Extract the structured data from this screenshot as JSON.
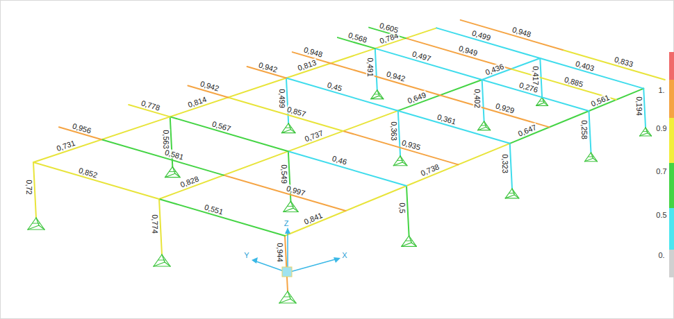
{
  "diagram": {
    "labels": [
      "0,944",
      "0,5",
      "0,323",
      "0,258",
      "0,194",
      "0,774",
      "0,549",
      "0,363",
      "0,402",
      "0,417",
      "0,72",
      "0,563",
      "0,499",
      "0,491",
      "0,841",
      "0,738",
      "0,647",
      "0,561",
      "0,828",
      "0,737",
      "0,649",
      "0,436",
      "0,731",
      "0,814",
      "0,813",
      "0,784",
      "0,551",
      "0,852",
      "0,997",
      "0,581",
      "0,46",
      "0,567",
      "0,935",
      "0,857",
      "0,361",
      "0,45",
      "0,929",
      "0,942",
      "0,276",
      "0,497",
      "0,885",
      "0,949",
      "0,403",
      "0,499",
      "0,833",
      "0,948",
      "0,956",
      "0,778",
      "0,942",
      "0,942",
      "0,948",
      "0,568",
      "0,605",
      "Z",
      "Y",
      "X",
      "1.",
      "0.9",
      "0.7",
      "0.5",
      "0."
    ]
  }
}
